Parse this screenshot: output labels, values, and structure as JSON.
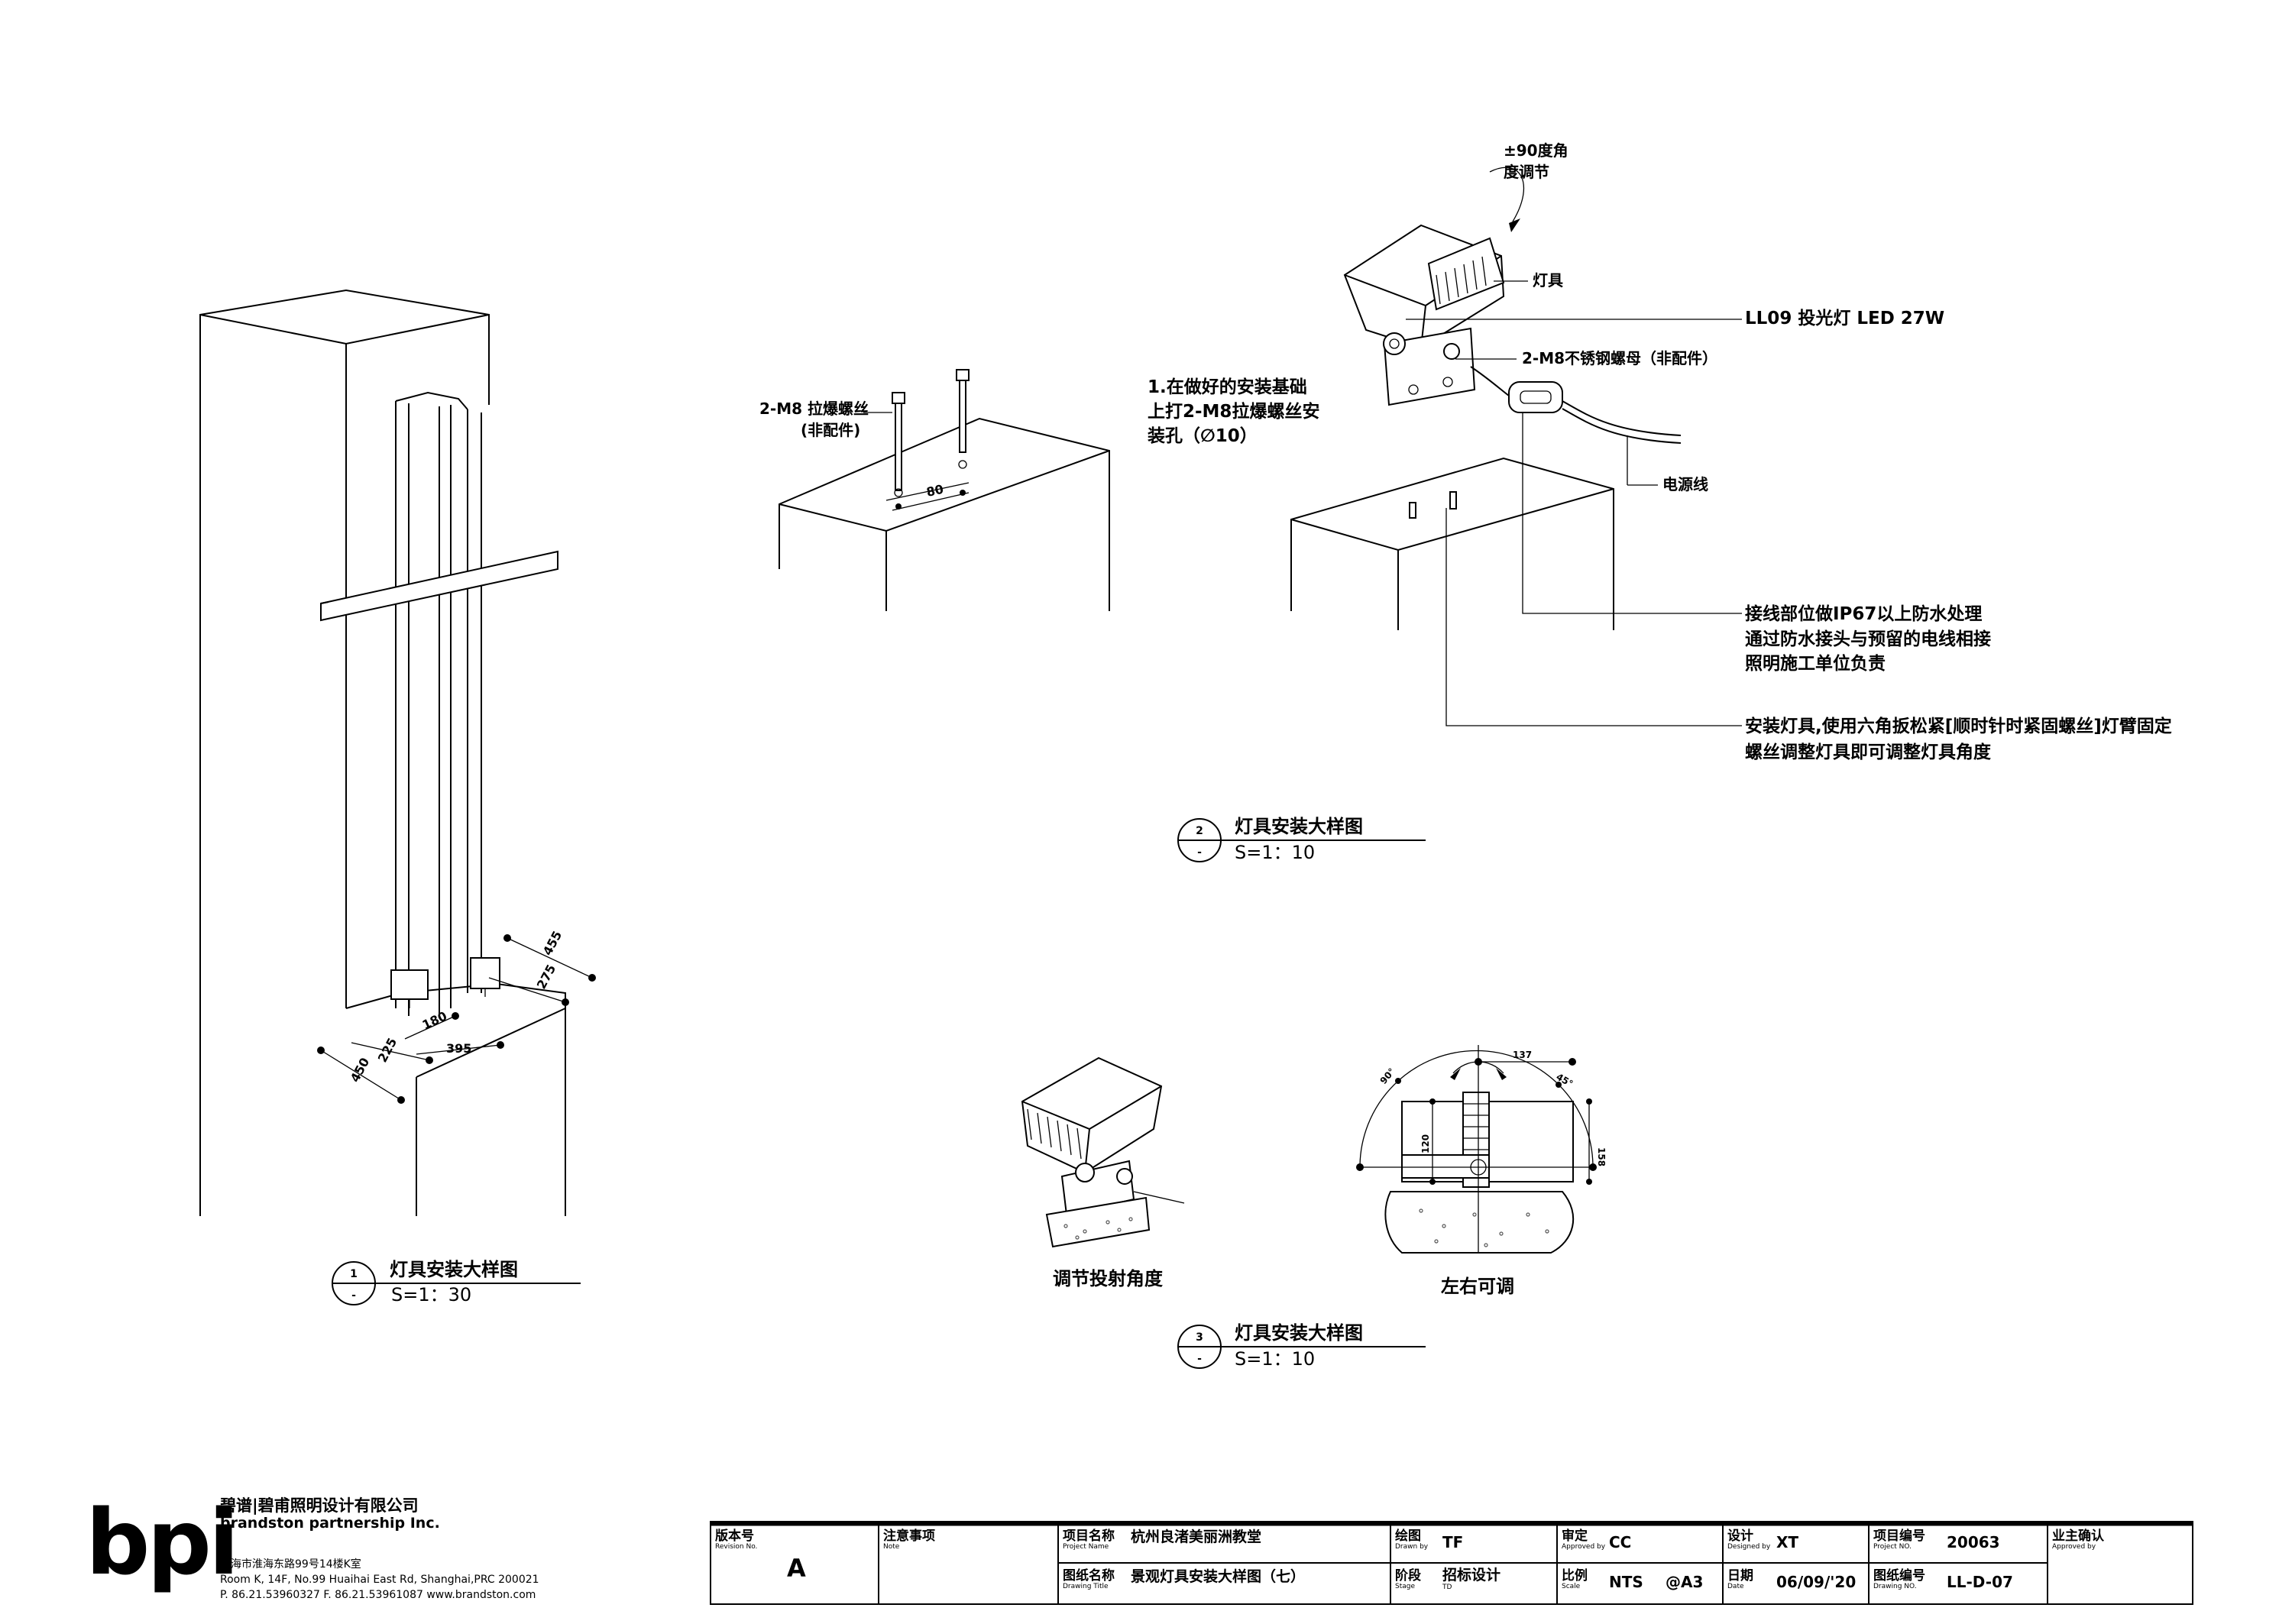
{
  "detail_1": {
    "number": "1",
    "sub": "-",
    "title": "灯具安装大样图",
    "scale": "S=1：30",
    "dims": [
      "455",
      "275",
      "180",
      "395",
      "225",
      "450"
    ]
  },
  "detail_2": {
    "number": "2",
    "sub": "-",
    "title": "灯具安装大样图",
    "scale": "S=1：10",
    "bolt_label": "2-M8 拉爆螺丝",
    "bolt_label_note": "(非配件)",
    "bolt_spacing": "80",
    "note_1": [
      "1.在做好的安装基础",
      "上打2-M8拉爆螺丝安",
      "装孔（∅10）"
    ],
    "rotation_label": [
      "±90度角",
      "度调节"
    ],
    "fixture_label": "灯具",
    "fixture_model": "LL09 投光灯 LED 27W",
    "nut_label": "2-M8不锈钢螺母（非配件）",
    "cable_label": "电源线",
    "waterproof_note": [
      "接线部位做IP67以上防水处理",
      "通过防水接头与预留的电线相接",
      "照明施工单位负责"
    ],
    "install_note": [
      "安装灯具,使用六角扳松紧[顺时针时紧固螺丝]灯臂固定",
      "螺丝调整灯具即可调整灯具角度"
    ]
  },
  "detail_3": {
    "number": "3",
    "sub": "-",
    "title": "灯具安装大样图",
    "scale": "S=1：10",
    "left_caption": "调节投射角度",
    "right_caption": "左右可调",
    "dims": [
      "137",
      "90°",
      "45°",
      "158",
      "120"
    ]
  },
  "company": {
    "logo": "bpi",
    "name_cn": "碧谱|碧甫照明设计有限公司",
    "name_en": "brandston partnership Inc.",
    "address_cn": "上海市淮海东路99号14楼K室",
    "address_en": "Room K, 14F, No.99 Huaihai East Rd, Shanghai,PRC 200021",
    "contact": "P. 86.21.53960327  F. 86.21.53961087  www.brandston.com"
  },
  "title_block": {
    "revision_label": "版本号",
    "revision_label_en": "Revision No.",
    "revision": "A",
    "note_label": "注意事项",
    "note_label_en": "Note",
    "project_name_label": "项目名称",
    "project_name_label_en": "Project Name",
    "project_name": "杭州良渚美丽洲教堂",
    "drawing_title_label": "图纸名称",
    "drawing_title_label_en": "Drawing Title",
    "drawing_title": "景观灯具安装大样图（七）",
    "drawn_by_label": "绘图",
    "drawn_by_label_en": "Drawn by",
    "drawn_by": "TF",
    "stage_label": "阶段",
    "stage_label_en": "Stage",
    "stage": "招标设计",
    "stage_sub": "TD",
    "approved_label": "审定",
    "approved_label_en": "Approved by",
    "approved_by": "CC",
    "scale_label": "比例",
    "scale_label_en": "Scale",
    "scale": "NTS",
    "paper": "@A3",
    "designed_label": "设计",
    "designed_label_en": "Designed by",
    "designed_by": "XT",
    "date_label": "日期",
    "date_label_en": "Date",
    "date": "06/09/'20",
    "project_no_label": "项目编号",
    "project_no_label_en": "Project NO.",
    "project_no": "20063",
    "drawing_no_label": "图纸编号",
    "drawing_no_label_en": "Drawing NO.",
    "drawing_no": "LL-D-07",
    "owner_label": "业主确认",
    "owner_label_en": "Approved by"
  }
}
